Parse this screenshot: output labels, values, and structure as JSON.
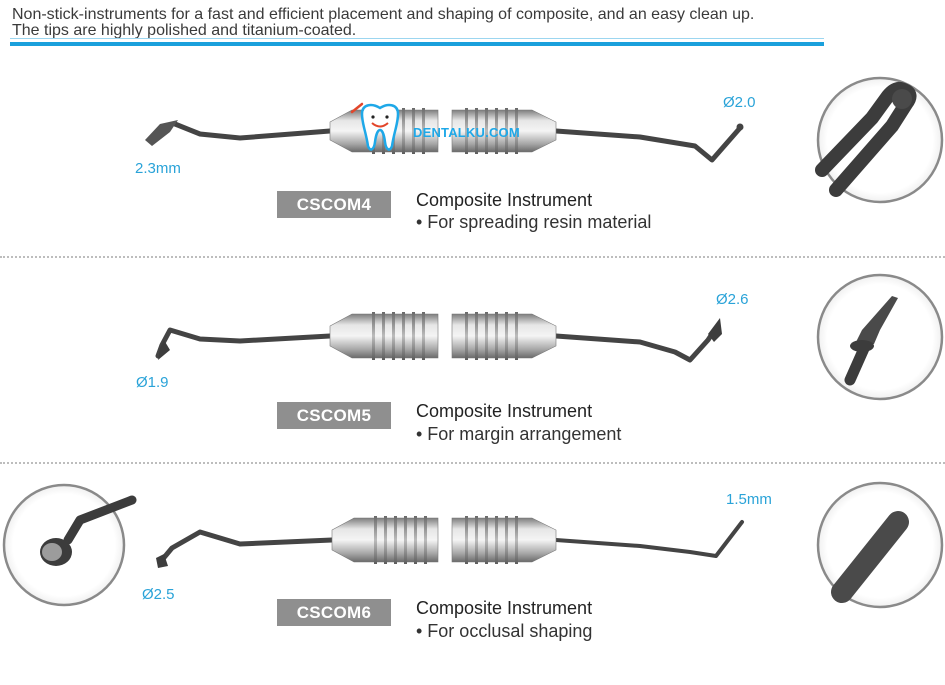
{
  "intro": {
    "line1": "Non-stick-instruments for a fast and efficient placement and shaping of composite, and an easy clean up.",
    "line2": "The tips are highly polished and titanium-coated."
  },
  "watermark": "DENTALKU.COM",
  "products": [
    {
      "code": "CSCOM4",
      "title": "Composite Instrument",
      "description": "• For spreading resin material",
      "dim_left": "2.3mm",
      "dim_right": "Ø2.0"
    },
    {
      "code": "CSCOM5",
      "title": "Composite Instrument",
      "description": "• For margin arrangement",
      "dim_left": "Ø1.9",
      "dim_right": "Ø2.6"
    },
    {
      "code": "CSCOM6",
      "title": "Composite Instrument",
      "description": "• For occlusal shaping",
      "dim_left": "Ø2.5",
      "dim_right": "1.5mm"
    }
  ],
  "colors": {
    "accent_blue": "#1aa0dc",
    "dimension_blue": "#2aa3d8",
    "badge_gray": "#8f8f8f"
  }
}
